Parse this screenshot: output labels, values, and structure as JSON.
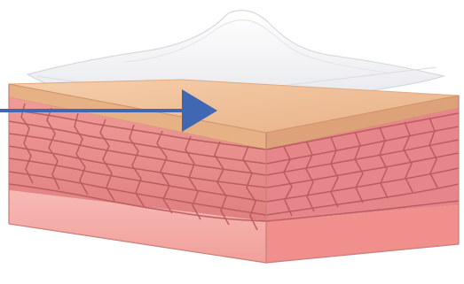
{
  "diagram": {
    "subject": "skin-layers-with-patch",
    "layers": [
      "patch-film",
      "outer-layer",
      "cellular-layer",
      "base-layer"
    ],
    "colors": {
      "patch": "#f4f4f6",
      "patch_edge": "#d9dbe0",
      "outer_layer": "#f0c49a",
      "outer_layer_edge": "#d59a71",
      "cell_fill": "#ea8a8a",
      "cell_line": "#b85a5e",
      "base_layer": "#f6b2ae",
      "base_side": "#ef9f9a",
      "arrow": "#3f67b2"
    }
  }
}
